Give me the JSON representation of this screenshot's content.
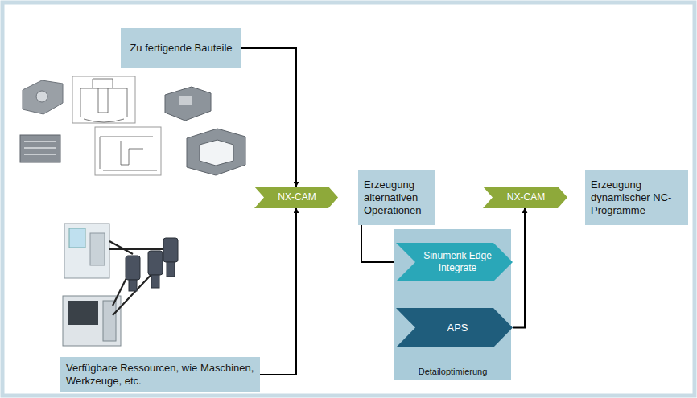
{
  "diagram": {
    "nodes": [
      {
        "text": [
          "Zu fertigende Bauteile"
        ]
      },
      {
        "text": [
          "Verfügbare Ressourcen, wie Maschinen, Werkzeuge, etc."
        ]
      },
      {
        "text": [
          "NX-CAM"
        ]
      },
      {
        "text": [
          "Erzeugung alternativen Operationen"
        ]
      },
      {
        "text": [
          "Detailoptimierung"
        ]
      },
      {
        "text": [
          "Sinumerik Edge Integrate"
        ],
        "in": 4
      },
      {
        "text": [
          "APS"
        ],
        "in": 4
      },
      {
        "text": [
          "NX-CAM"
        ]
      },
      {
        "text": [
          "Erzeugung dynamischer NC-Programme"
        ]
      }
    ],
    "edges": [
      {
        "from": 0,
        "to": 2,
        "arrow": "to"
      },
      {
        "from": 1,
        "to": 2,
        "arrow": "to"
      },
      {
        "from": 3,
        "to": 5,
        "arrow": "to"
      },
      {
        "from": 5,
        "to": 6,
        "arrow": "to"
      },
      {
        "from": 6,
        "to": 7,
        "arrow": "to"
      }
    ]
  }
}
